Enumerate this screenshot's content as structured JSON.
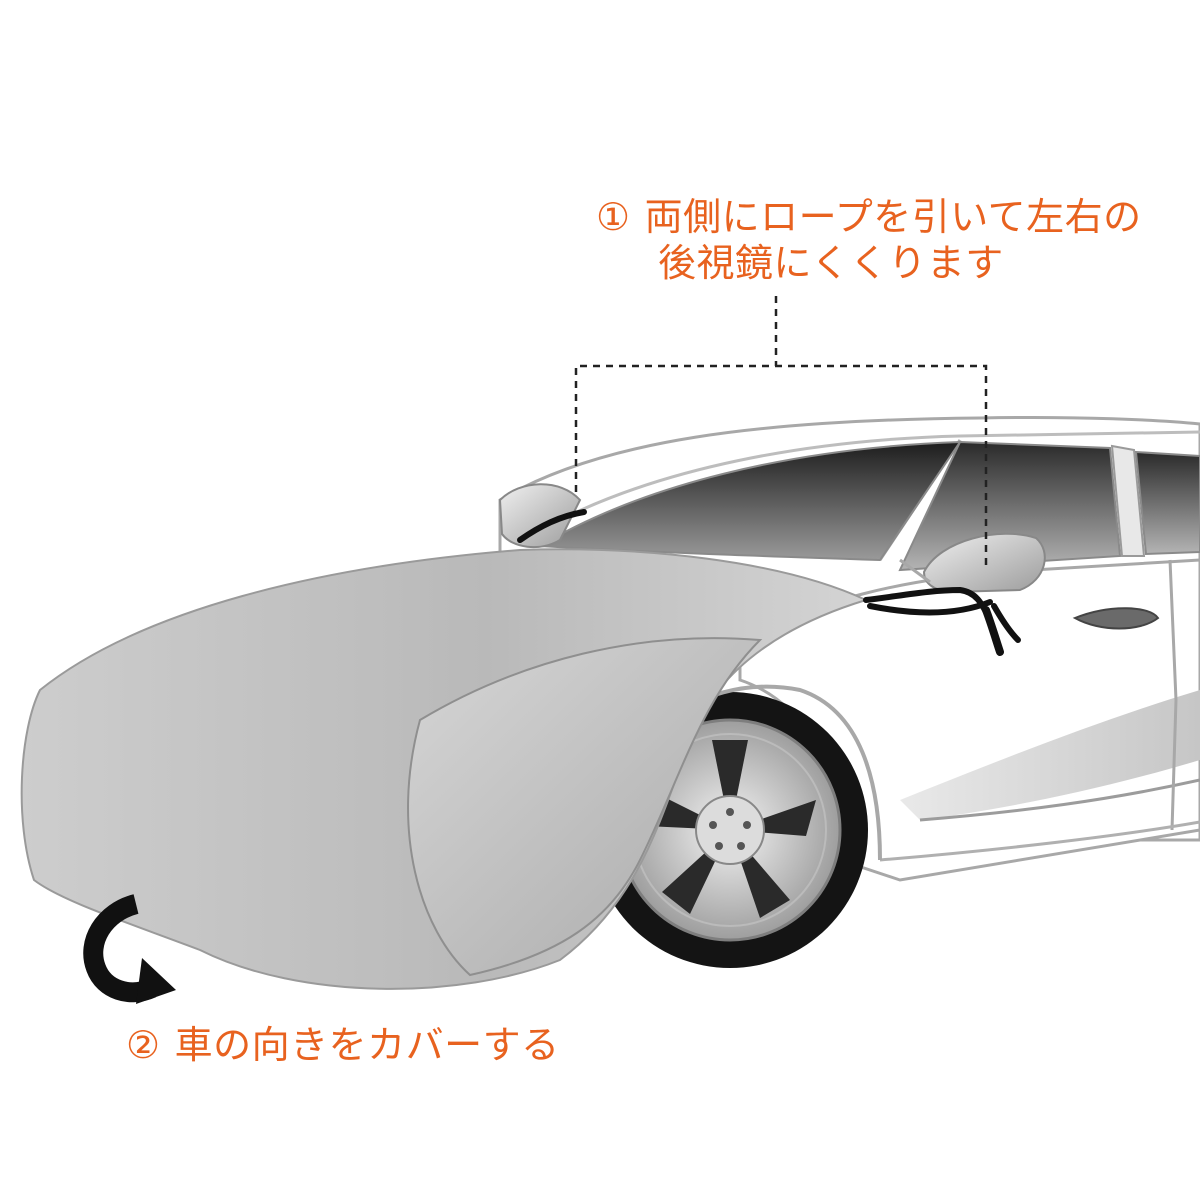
{
  "colors": {
    "caption_text": "#E8621F",
    "cover_fill": "#BEBEBE",
    "car_body": "#FFFFFF",
    "car_outline": "#A8A8A8",
    "rope": "#111111",
    "bracket_line": "#222222",
    "arrow": "#111111"
  },
  "steps": [
    {
      "number": "①",
      "line1": "両側にロープを引いて左右の",
      "line2": "後視鏡にくくります"
    },
    {
      "number": "②",
      "line1": "車の向きをカバーする"
    }
  ],
  "icons": {
    "step1_callout": "dashed-bracket",
    "step2_marker": "curved-arrow-icon",
    "illustration": "car-with-windshield-cover"
  }
}
